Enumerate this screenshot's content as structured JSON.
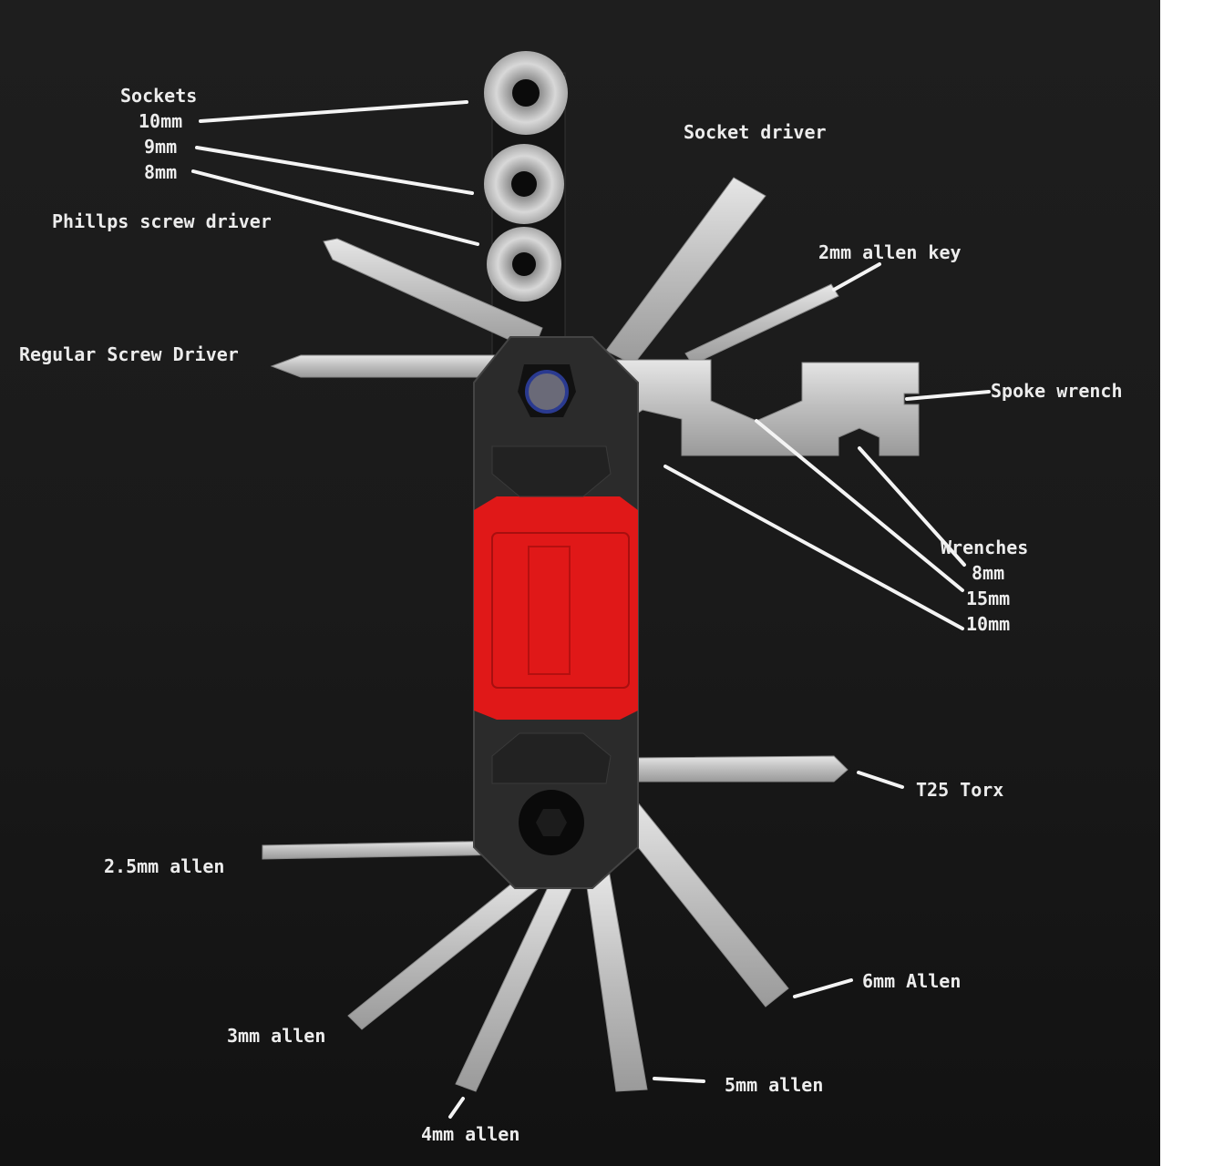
{
  "colors": {
    "background": "#1a1a1a",
    "body": "#2b2b2b",
    "accent_red": "#e01818",
    "steel": "#c9c9c9",
    "label": "#ececec"
  },
  "labels": {
    "sockets": "Sockets",
    "socket_10": "10mm",
    "socket_9": "9mm",
    "socket_8": "8mm",
    "phillips": "Phillps screw driver",
    "regular": "Regular Screw Driver",
    "socket_driver": "Socket driver",
    "allen_2": "2mm allen key",
    "spoke": "Spoke wrench",
    "wrenches": "Wrenches",
    "wrench_8": "8mm",
    "wrench_15": "15mm",
    "wrench_10": "10mm",
    "torx": "T25 Torx",
    "allen_25": "2.5mm allen",
    "allen_6": "6mm Allen",
    "allen_3": "3mm allen",
    "allen_5": "5mm allen",
    "allen_4": "4mm allen"
  }
}
